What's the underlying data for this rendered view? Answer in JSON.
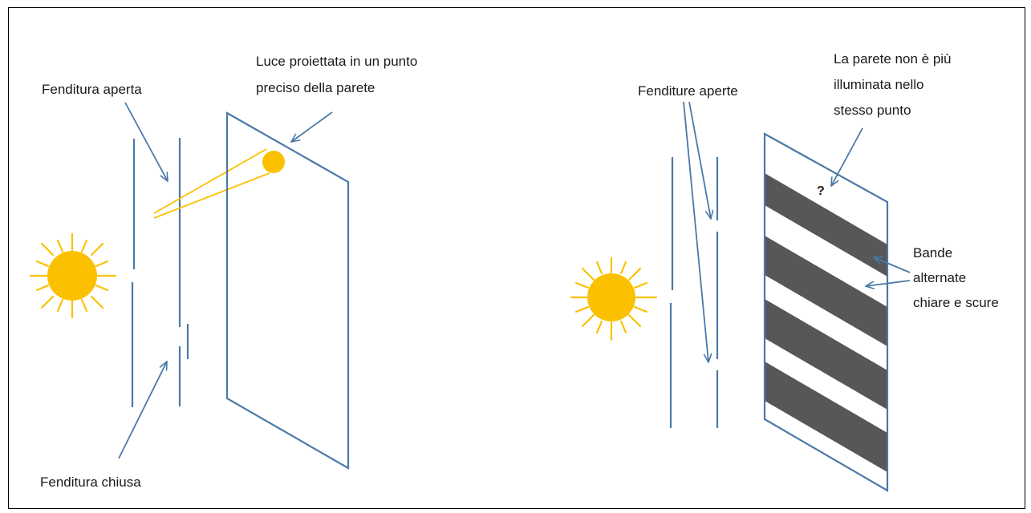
{
  "colors": {
    "line": "#4a79a8",
    "sun": "#fbc100",
    "dark_band": "#575757",
    "text": "#1a1a1a"
  },
  "left_panel": {
    "label_open_slit": "Fenditura aperta",
    "label_closed_slit": "Fenditura chiusa",
    "label_projection_line1": "Luce proiettata in un punto",
    "label_projection_line2": "preciso della parete"
  },
  "right_panel": {
    "label_open_slits": "Fenditure aperte",
    "label_wall_line1": "La parete non è più",
    "label_wall_line2": "illuminata  nello",
    "label_wall_line3": "stesso punto",
    "question_mark": "?",
    "label_bands_line1": "Bande",
    "label_bands_line2": "alternate",
    "label_bands_line3": "chiare e scure"
  }
}
